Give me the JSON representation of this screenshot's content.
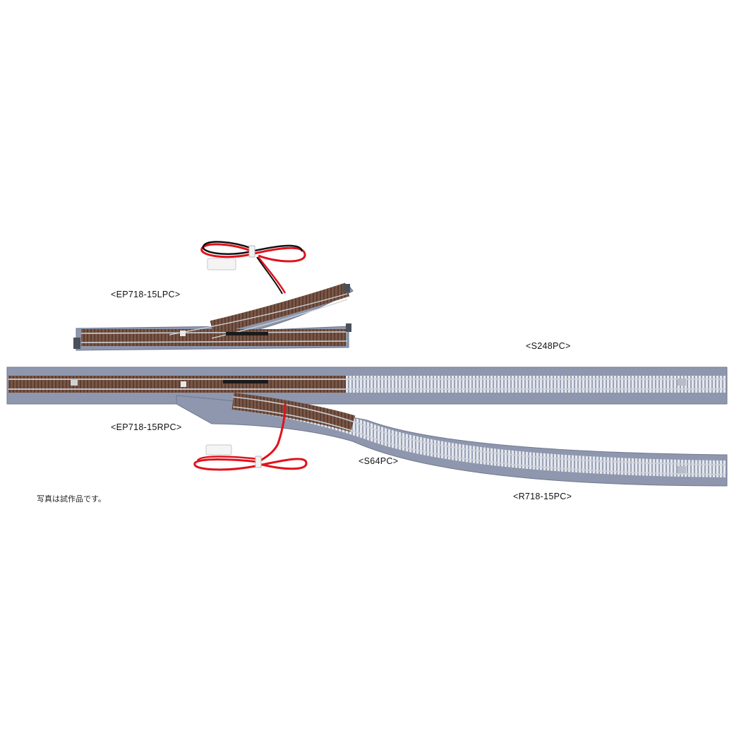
{
  "labels": {
    "ep_left": "<EP718-15LPC>",
    "ep_right": "<EP718-15RPC>",
    "s248": "<S248PC>",
    "s64": "<S64PC>",
    "r718": "<R718-15PC>"
  },
  "note": "写真は試作品です。",
  "colors": {
    "background": "#ffffff",
    "ballast": "#8e97ad",
    "ballast_dark": "#6f7890",
    "sleeper_brown": "#6b4a3a",
    "sleeper_grey": "#d9dde6",
    "rail": "#c9cbd0",
    "wire_red": "#e0121c",
    "wire_black": "#111111"
  }
}
